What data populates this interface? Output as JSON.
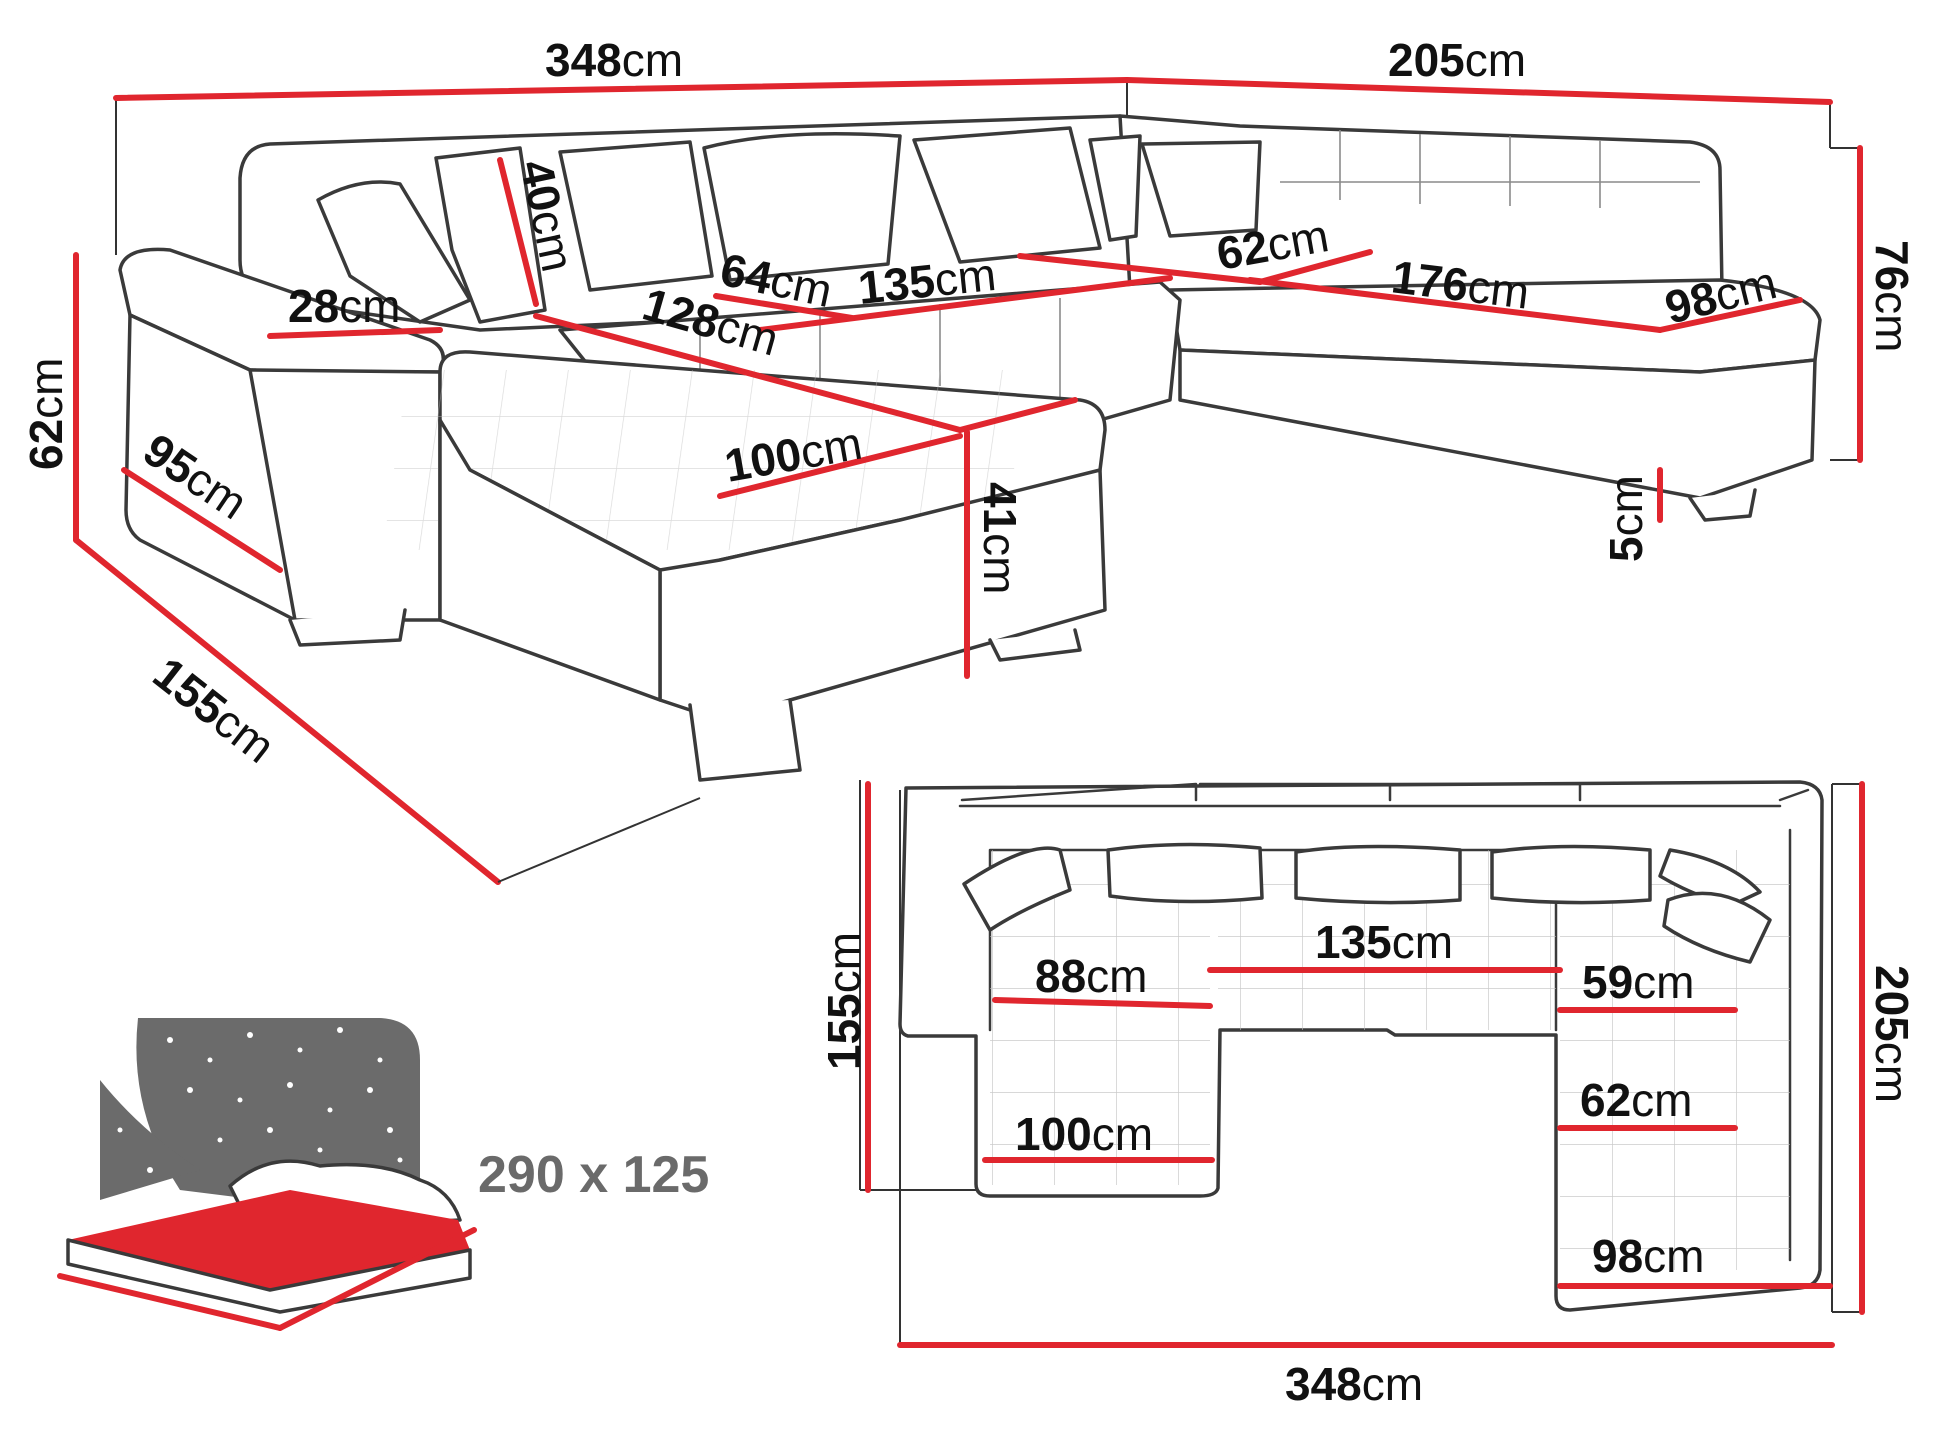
{
  "colors": {
    "dimension_line": "#e0262e",
    "outline": "#3a3a3a",
    "night_sky": "#6b6b6b",
    "mattress_top": "#e0262e"
  },
  "perspective": [
    {
      "id": "width-total",
      "num": "348",
      "unit": "cm"
    },
    {
      "id": "width-right",
      "num": "205",
      "unit": "cm"
    },
    {
      "id": "height-back",
      "num": "76",
      "unit": "cm"
    },
    {
      "id": "height-arm",
      "num": "62",
      "unit": "cm"
    },
    {
      "id": "depth-chaise",
      "num": "155",
      "unit": "cm"
    },
    {
      "id": "armrest-width",
      "num": "28",
      "unit": "cm"
    },
    {
      "id": "cushion-height",
      "num": "40",
      "unit": "cm"
    },
    {
      "id": "seat-depth-left",
      "num": "64",
      "unit": "cm"
    },
    {
      "id": "seat-middle",
      "num": "135",
      "unit": "cm"
    },
    {
      "id": "seat-corner",
      "num": "62",
      "unit": "cm"
    },
    {
      "id": "seat-right",
      "num": "176",
      "unit": "cm"
    },
    {
      "id": "seat-depth-right",
      "num": "98",
      "unit": "cm"
    },
    {
      "id": "chaise-length",
      "num": "128",
      "unit": "cm"
    },
    {
      "id": "chaise-width",
      "num": "100",
      "unit": "cm"
    },
    {
      "id": "side-depth",
      "num": "95",
      "unit": "cm"
    },
    {
      "id": "seat-height",
      "num": "41",
      "unit": "cm"
    },
    {
      "id": "leg-height",
      "num": "5",
      "unit": "cm"
    }
  ],
  "topview": [
    {
      "id": "top-depth-left",
      "num": "155",
      "unit": "cm"
    },
    {
      "id": "top-depth-right",
      "num": "205",
      "unit": "cm"
    },
    {
      "id": "top-width",
      "num": "348",
      "unit": "cm"
    },
    {
      "id": "top-seat-left",
      "num": "88",
      "unit": "cm"
    },
    {
      "id": "top-seat-middle",
      "num": "135",
      "unit": "cm"
    },
    {
      "id": "top-seat-right",
      "num": "59",
      "unit": "cm"
    },
    {
      "id": "top-chaise",
      "num": "100",
      "unit": "cm"
    },
    {
      "id": "top-right-62",
      "num": "62",
      "unit": "cm"
    },
    {
      "id": "top-right-98",
      "num": "98",
      "unit": "cm"
    }
  ],
  "bed": {
    "size": "290 x 125"
  }
}
